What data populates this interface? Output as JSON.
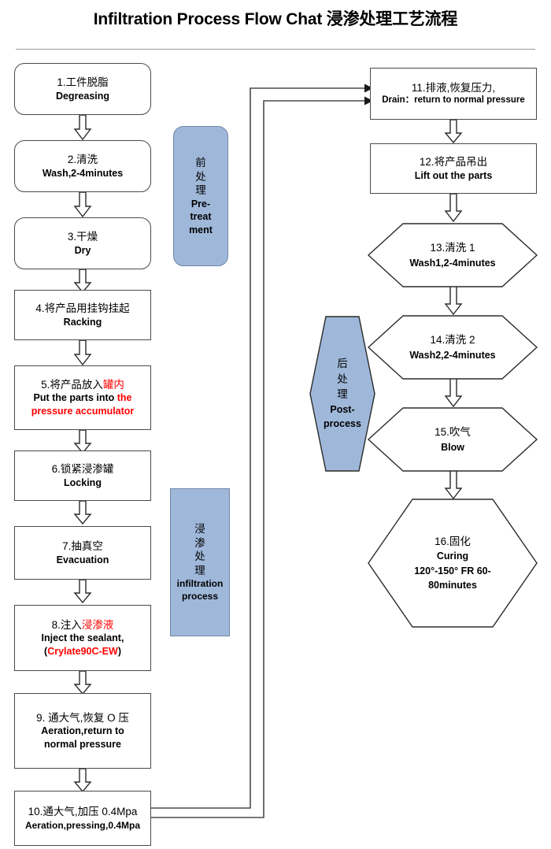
{
  "title": "Infiltration Process Flow Chat 浸渗处理工艺流程",
  "colors": {
    "blue_fill": "#9FB8DA",
    "blue_stroke": "#6F86A8",
    "node_stroke": "#4A4A4A",
    "highlight_red": "#FF0000",
    "divider": "#9A9A9A"
  },
  "left_column": [
    {
      "id": "step-1",
      "shape": "rounded-rect",
      "lines": [
        "1.工件脱脂",
        "Degreasing"
      ]
    },
    {
      "id": "step-2",
      "shape": "rounded-rect",
      "lines": [
        "2.清洗",
        "Wash,2-4minutes"
      ]
    },
    {
      "id": "step-3",
      "shape": "rounded-rect",
      "lines": [
        "3.干燥",
        "Dry"
      ]
    },
    {
      "id": "step-4",
      "shape": "rect",
      "lines": [
        "4.将产品用挂钩挂起",
        "Racking"
      ]
    },
    {
      "id": "step-5",
      "shape": "rect",
      "lines": [
        "5.将产品放入罐内",
        "Put the parts into the",
        "pressure accumulator"
      ],
      "red_parts": [
        "罐内",
        "the",
        "pressure accumulator"
      ]
    },
    {
      "id": "step-6",
      "shape": "rect",
      "lines": [
        "6.锁紧浸渗罐",
        "Locking"
      ]
    },
    {
      "id": "step-7",
      "shape": "rect",
      "lines": [
        "7.抽真空",
        "Evacuation"
      ]
    },
    {
      "id": "step-8",
      "shape": "rect",
      "lines": [
        "8.注入浸渗液",
        "Inject the sealant,",
        "(Crylate90C-EW)"
      ],
      "red_parts": [
        "浸渗液",
        "Crylate90C-EW"
      ]
    },
    {
      "id": "step-9",
      "shape": "rect",
      "lines": [
        "9. 通大气,恢复 O 压",
        "Aeration,return to",
        "normal pressure"
      ]
    },
    {
      "id": "step-10",
      "shape": "rect",
      "lines": [
        "10.通大气,加压 0.4Mpa",
        "Aeration,pressing,0.4Mpa"
      ]
    }
  ],
  "right_column": [
    {
      "id": "step-11",
      "shape": "rect",
      "lines": [
        "11.排液,恢复压力,",
        "Drain：return to normal pressure"
      ]
    },
    {
      "id": "step-12",
      "shape": "rect",
      "lines": [
        "12.将产品吊出",
        "Lift out the parts"
      ]
    },
    {
      "id": "step-13",
      "shape": "hexagon",
      "lines": [
        "13.清洗 1",
        "Wash1,2-4minutes"
      ]
    },
    {
      "id": "step-14",
      "shape": "hexagon",
      "lines": [
        "14.清洗 2",
        "Wash2,2-4minutes"
      ]
    },
    {
      "id": "step-15",
      "shape": "hexagon",
      "lines": [
        "15.吹气",
        "Blow"
      ]
    },
    {
      "id": "step-16",
      "shape": "hexagon",
      "lines": [
        "16.固化",
        "Curing",
        "120°-150° FR 60-",
        "80minutes"
      ]
    }
  ],
  "phase_labels": [
    {
      "id": "phase-pre",
      "shape": "blue-rounded-rect",
      "lines": [
        "前",
        "处",
        "理",
        "Pre-",
        "treat",
        "ment"
      ]
    },
    {
      "id": "phase-infil",
      "shape": "blue-rect",
      "lines": [
        "浸",
        "渗",
        "处",
        "理",
        "infiltration",
        "process"
      ]
    },
    {
      "id": "phase-post",
      "shape": "blue-hexagon",
      "lines": [
        "后",
        "处",
        "理",
        "Post-",
        "process"
      ]
    }
  ],
  "connectors": {
    "down_arrow_count": 14,
    "feedback_lines": 2,
    "feedback_description": "two lines from step-10 right edge route up to step-11 left edge"
  }
}
